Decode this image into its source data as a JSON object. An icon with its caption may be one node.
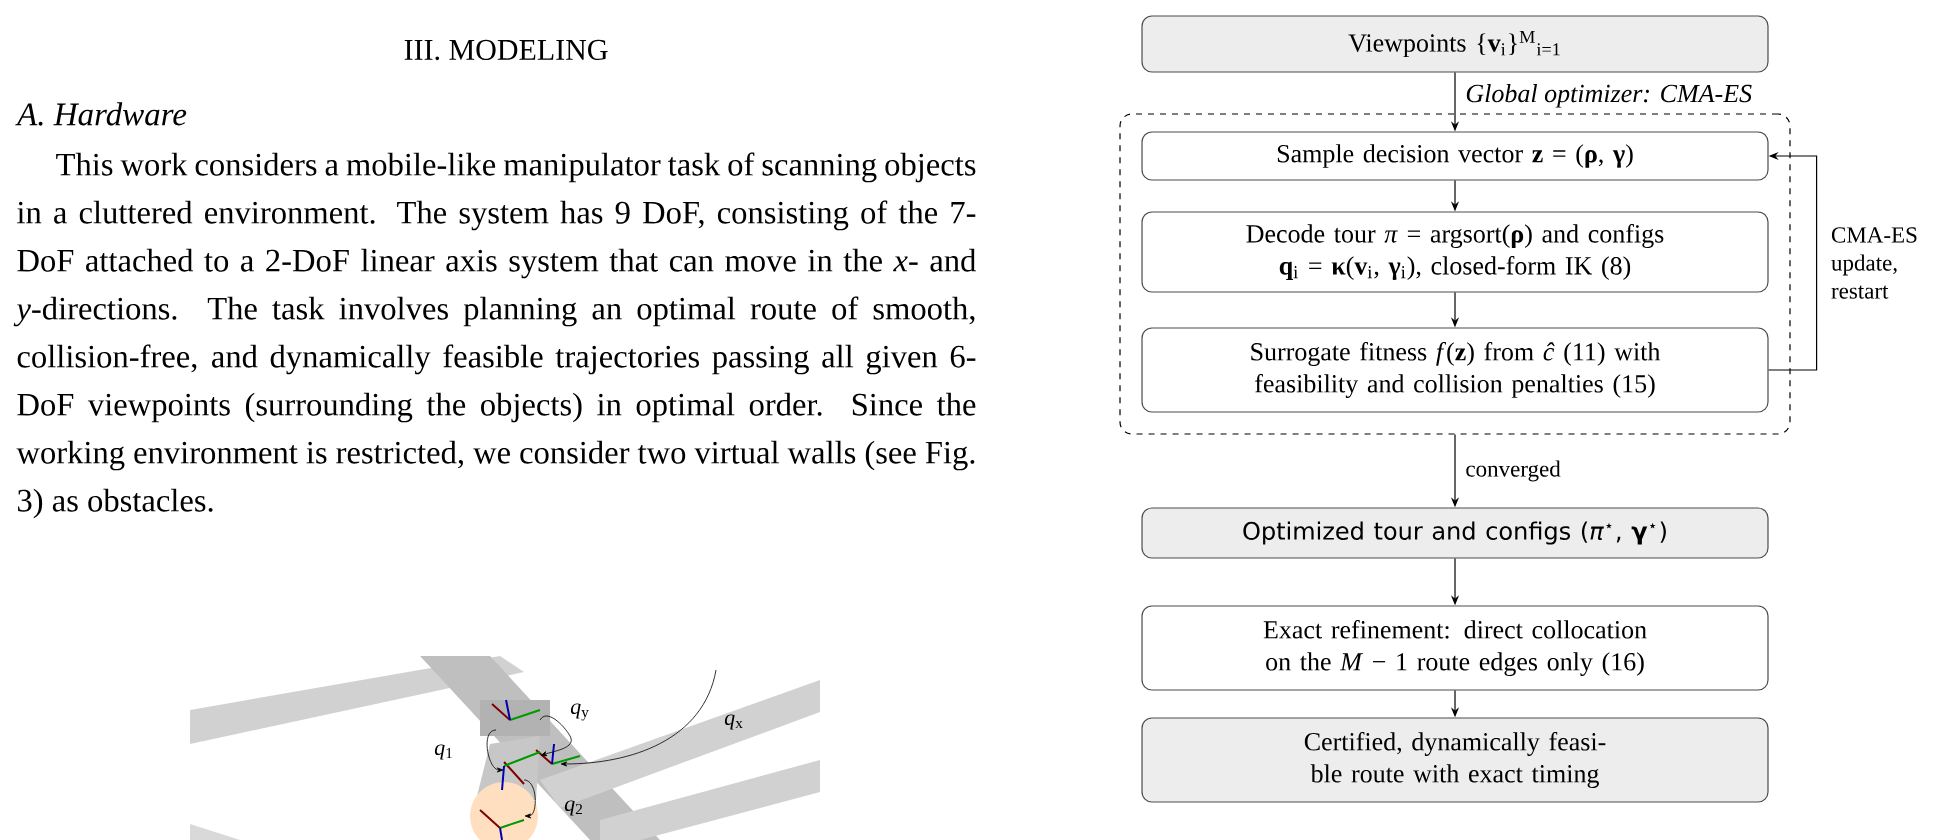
{
  "diagram": {
    "title": "III. MODELING",
    "nodes": [
      {
        "text": [
          "Viewpoints {**v**$_{i}$}$^{M}$$_{i=1}$"
        ]
      },
      {
        "text": [
          "Global optimizer: CMA-ES"
        ]
      },
      {
        "text": [
          "Sample decision vector **z** = (**ρ**, **γ**)"
        ],
        "in": 1
      },
      {
        "text": [
          "Decode tour *π* = argsort(**ρ**) and configs **q**$_{i}$ = **κ**(**v**$_{i}$, **γ**$_{i}$), closed-form IK (8)"
        ],
        "in": 1
      },
      {
        "text": [
          "Surrogate fitness *f*(**z**) from *ĉ* (11) with feasibility and collision penalties (15)"
        ],
        "in": 1
      },
      {
        "text": [
          "Optimized tour and configs (*π*$^{⋆}$, **γ**$^{⋆}$)"
        ]
      },
      {
        "text": [
          "Exact refinement: direct collocation on the *M* − 1 route edges only (16)"
        ]
      },
      {
        "text": [
          "Certified, dynamically feasi- ble route with exact timing"
        ]
      }
    ],
    "edges": [
      {
        "from": 0,
        "to": 2,
        "arrow": "to"
      },
      {
        "from": 2,
        "to": 3,
        "arrow": "to"
      },
      {
        "from": 3,
        "to": 4,
        "arrow": "to"
      },
      {
        "from": 4,
        "to": 2,
        "arrow": "to",
        "label": "CMA-ES update, restart"
      },
      {
        "from": 1,
        "to": 5,
        "arrow": "to",
        "label": "converged"
      },
      {
        "from": 5,
        "to": 6,
        "arrow": "to"
      },
      {
        "from": 6,
        "to": 7,
        "arrow": "to"
      }
    ],
    "labels": [
      "A. Hardware",
      "This work considers a mobile-like manipulator task of scanning objects in a cluttered environment. The system has 9 DoF, consisting of the 7-DoF attached to a 2-DoF linear axis system that can move in the *x*- and *y*-directions. The task involves planning an optimal route of smooth, collision-free, and dynamically feasible trajectories passing all given 6-DoF viewpoints (surrounding the objects) in optimal order. Since the working environment is restricted, we consider two virtual walls (see Fig. 3) as obstacles.",
      "*q*$_{y}$",
      "*q*$_{x}$",
      "*q*$_{1}$",
      "*q*$_{2}$"
    ]
  }
}
